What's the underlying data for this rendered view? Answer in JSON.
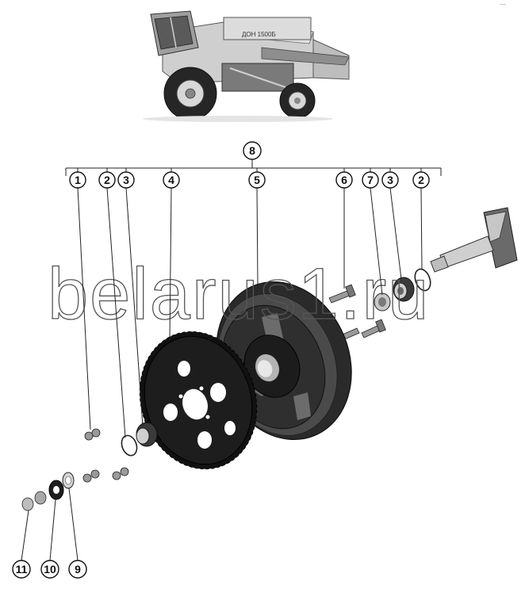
{
  "combine": {
    "side_label": "ДОН 1500Б"
  },
  "watermark": {
    "text": "belarus1.ru"
  },
  "corner_mark": "~~",
  "callouts": [
    {
      "id": "c8",
      "label": "8"
    },
    {
      "id": "c1",
      "label": "1"
    },
    {
      "id": "c2a",
      "label": "2"
    },
    {
      "id": "c3a",
      "label": "3"
    },
    {
      "id": "c4",
      "label": "4"
    },
    {
      "id": "c5",
      "label": "5"
    },
    {
      "id": "c6",
      "label": "6"
    },
    {
      "id": "c7",
      "label": "7"
    },
    {
      "id": "c3b",
      "label": "3"
    },
    {
      "id": "c2b",
      "label": "2"
    },
    {
      "id": "c11",
      "label": "11"
    },
    {
      "id": "c10",
      "label": "10"
    },
    {
      "id": "c9",
      "label": "9"
    }
  ],
  "colors": {
    "line": "#111111",
    "part_dark": "#1e1e1e",
    "part_mid": "#555555",
    "part_light": "#bdbdbd"
  }
}
